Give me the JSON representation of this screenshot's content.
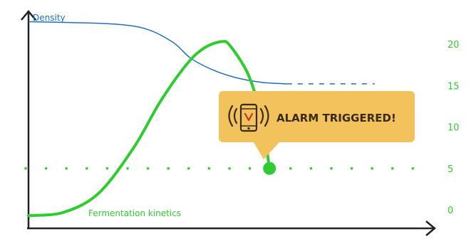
{
  "colors": {
    "axis": "#222222",
    "density": "#1f6fc5",
    "fermentation": "#2ecc2e",
    "threshold": "#2ecc2e",
    "alarm_bg": "#f2c25c",
    "alarm_text": "#3a2a1a"
  },
  "chart_data": {
    "type": "line",
    "y2_ticks": [
      0,
      5,
      10,
      15,
      20
    ],
    "ylim": [
      0,
      20
    ],
    "series": [
      {
        "name": "Density",
        "style": "solid-then-dashed",
        "values": [
          [
            0.0,
            22.7
          ],
          [
            0.1,
            22.6
          ],
          [
            0.2,
            22.4
          ],
          [
            0.27,
            21.8
          ],
          [
            0.33,
            20.2
          ],
          [
            0.37,
            18.3
          ],
          [
            0.42,
            16.9
          ],
          [
            0.47,
            16.0
          ],
          [
            0.53,
            15.4
          ],
          [
            0.59,
            15.2
          ]
        ],
        "dashed_values": [
          [
            0.59,
            15.2
          ],
          [
            0.79,
            15.2
          ]
        ]
      },
      {
        "name": "Fermentation kinetics",
        "style": "solid",
        "values": [
          [
            0.0,
            -0.7
          ],
          [
            0.08,
            -0.3
          ],
          [
            0.16,
            2.0
          ],
          [
            0.24,
            7.5
          ],
          [
            0.3,
            13.0
          ],
          [
            0.36,
            17.5
          ],
          [
            0.4,
            19.5
          ],
          [
            0.44,
            20.3
          ],
          [
            0.46,
            19.8
          ],
          [
            0.5,
            16.5
          ],
          [
            0.525,
            12.5
          ],
          [
            0.54,
            8.5
          ],
          [
            0.55,
            5.0
          ]
        ]
      }
    ],
    "threshold": {
      "value": 5,
      "style": "dotted"
    },
    "alarm_point": [
      0.55,
      5
    ]
  },
  "alarm": {
    "text": "ALARM TRIGGERED!",
    "icon": "phone-vibrate-icon"
  }
}
